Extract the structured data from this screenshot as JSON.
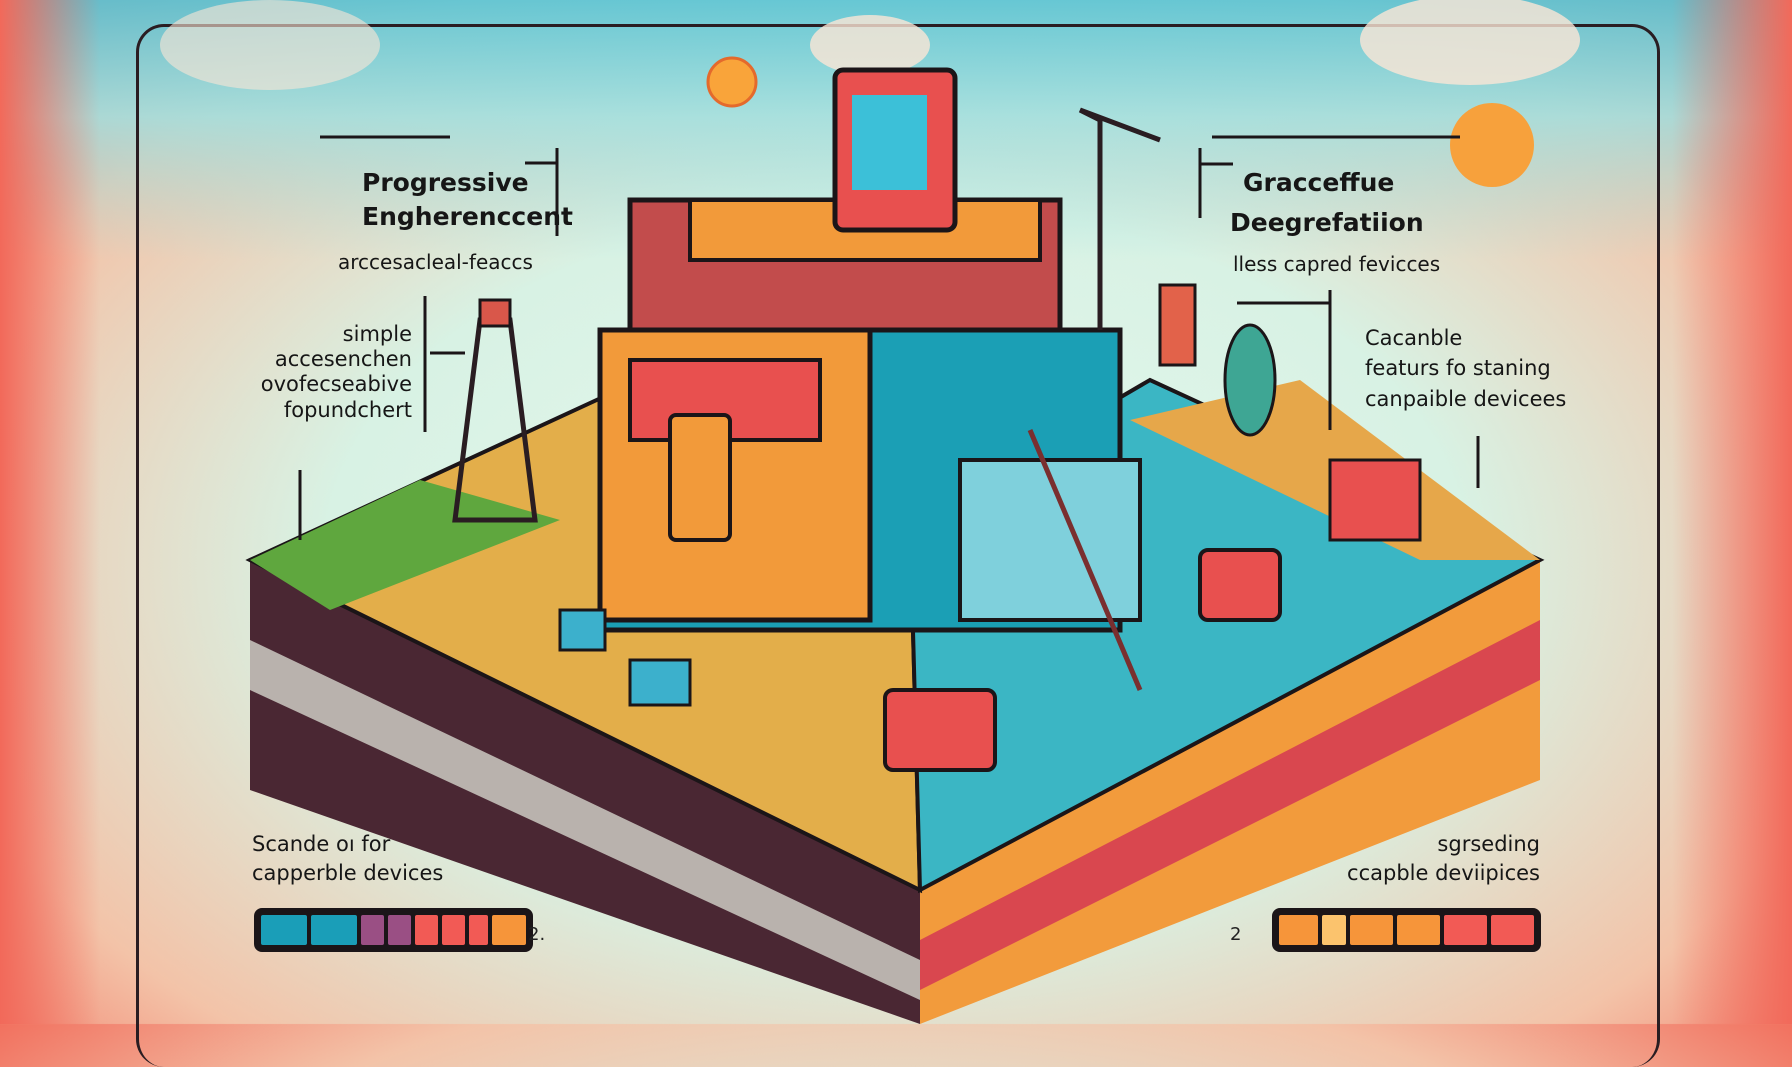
{
  "left_panel": {
    "title_line1": "Progressive",
    "title_line2": "Engherenccent",
    "subtitle": "arccesacleal-feaccs",
    "body_lines": [
      "simple",
      "accesenchen",
      "ovofecseabive",
      "fopundchert"
    ],
    "bottom_lines": [
      "Scande oı for",
      "capperble devices"
    ],
    "bar_marker": "2.",
    "bar_colors": [
      "#1a9eb8",
      "#1a9eb8",
      "#9a4f84",
      "#9a4f84",
      "#f25a55",
      "#f25a55",
      "#f25a55",
      "#f6953a"
    ]
  },
  "right_panel": {
    "title_line1": "Gracceffue",
    "title_line2": "Deegrefatiion",
    "subtitle": "lless capred fevicces",
    "body_lines": [
      "Cacanble",
      "featurs fo staning",
      "canpaible devicees"
    ],
    "bottom_lines": [
      "sgrseding",
      "ccapble deviipices"
    ],
    "bar_marker": "2",
    "bar_colors": [
      "#f6953a",
      "#fbc36d",
      "#f6953a",
      "#f6953a",
      "#f25a55",
      "#f25a55"
    ]
  },
  "colors": {
    "coral": "#f2695a",
    "mint": "#d8f2e4",
    "sky": "#4fc6d9",
    "orange": "#f6953a",
    "teal": "#1a9eb8",
    "ink": "#1b1518"
  }
}
